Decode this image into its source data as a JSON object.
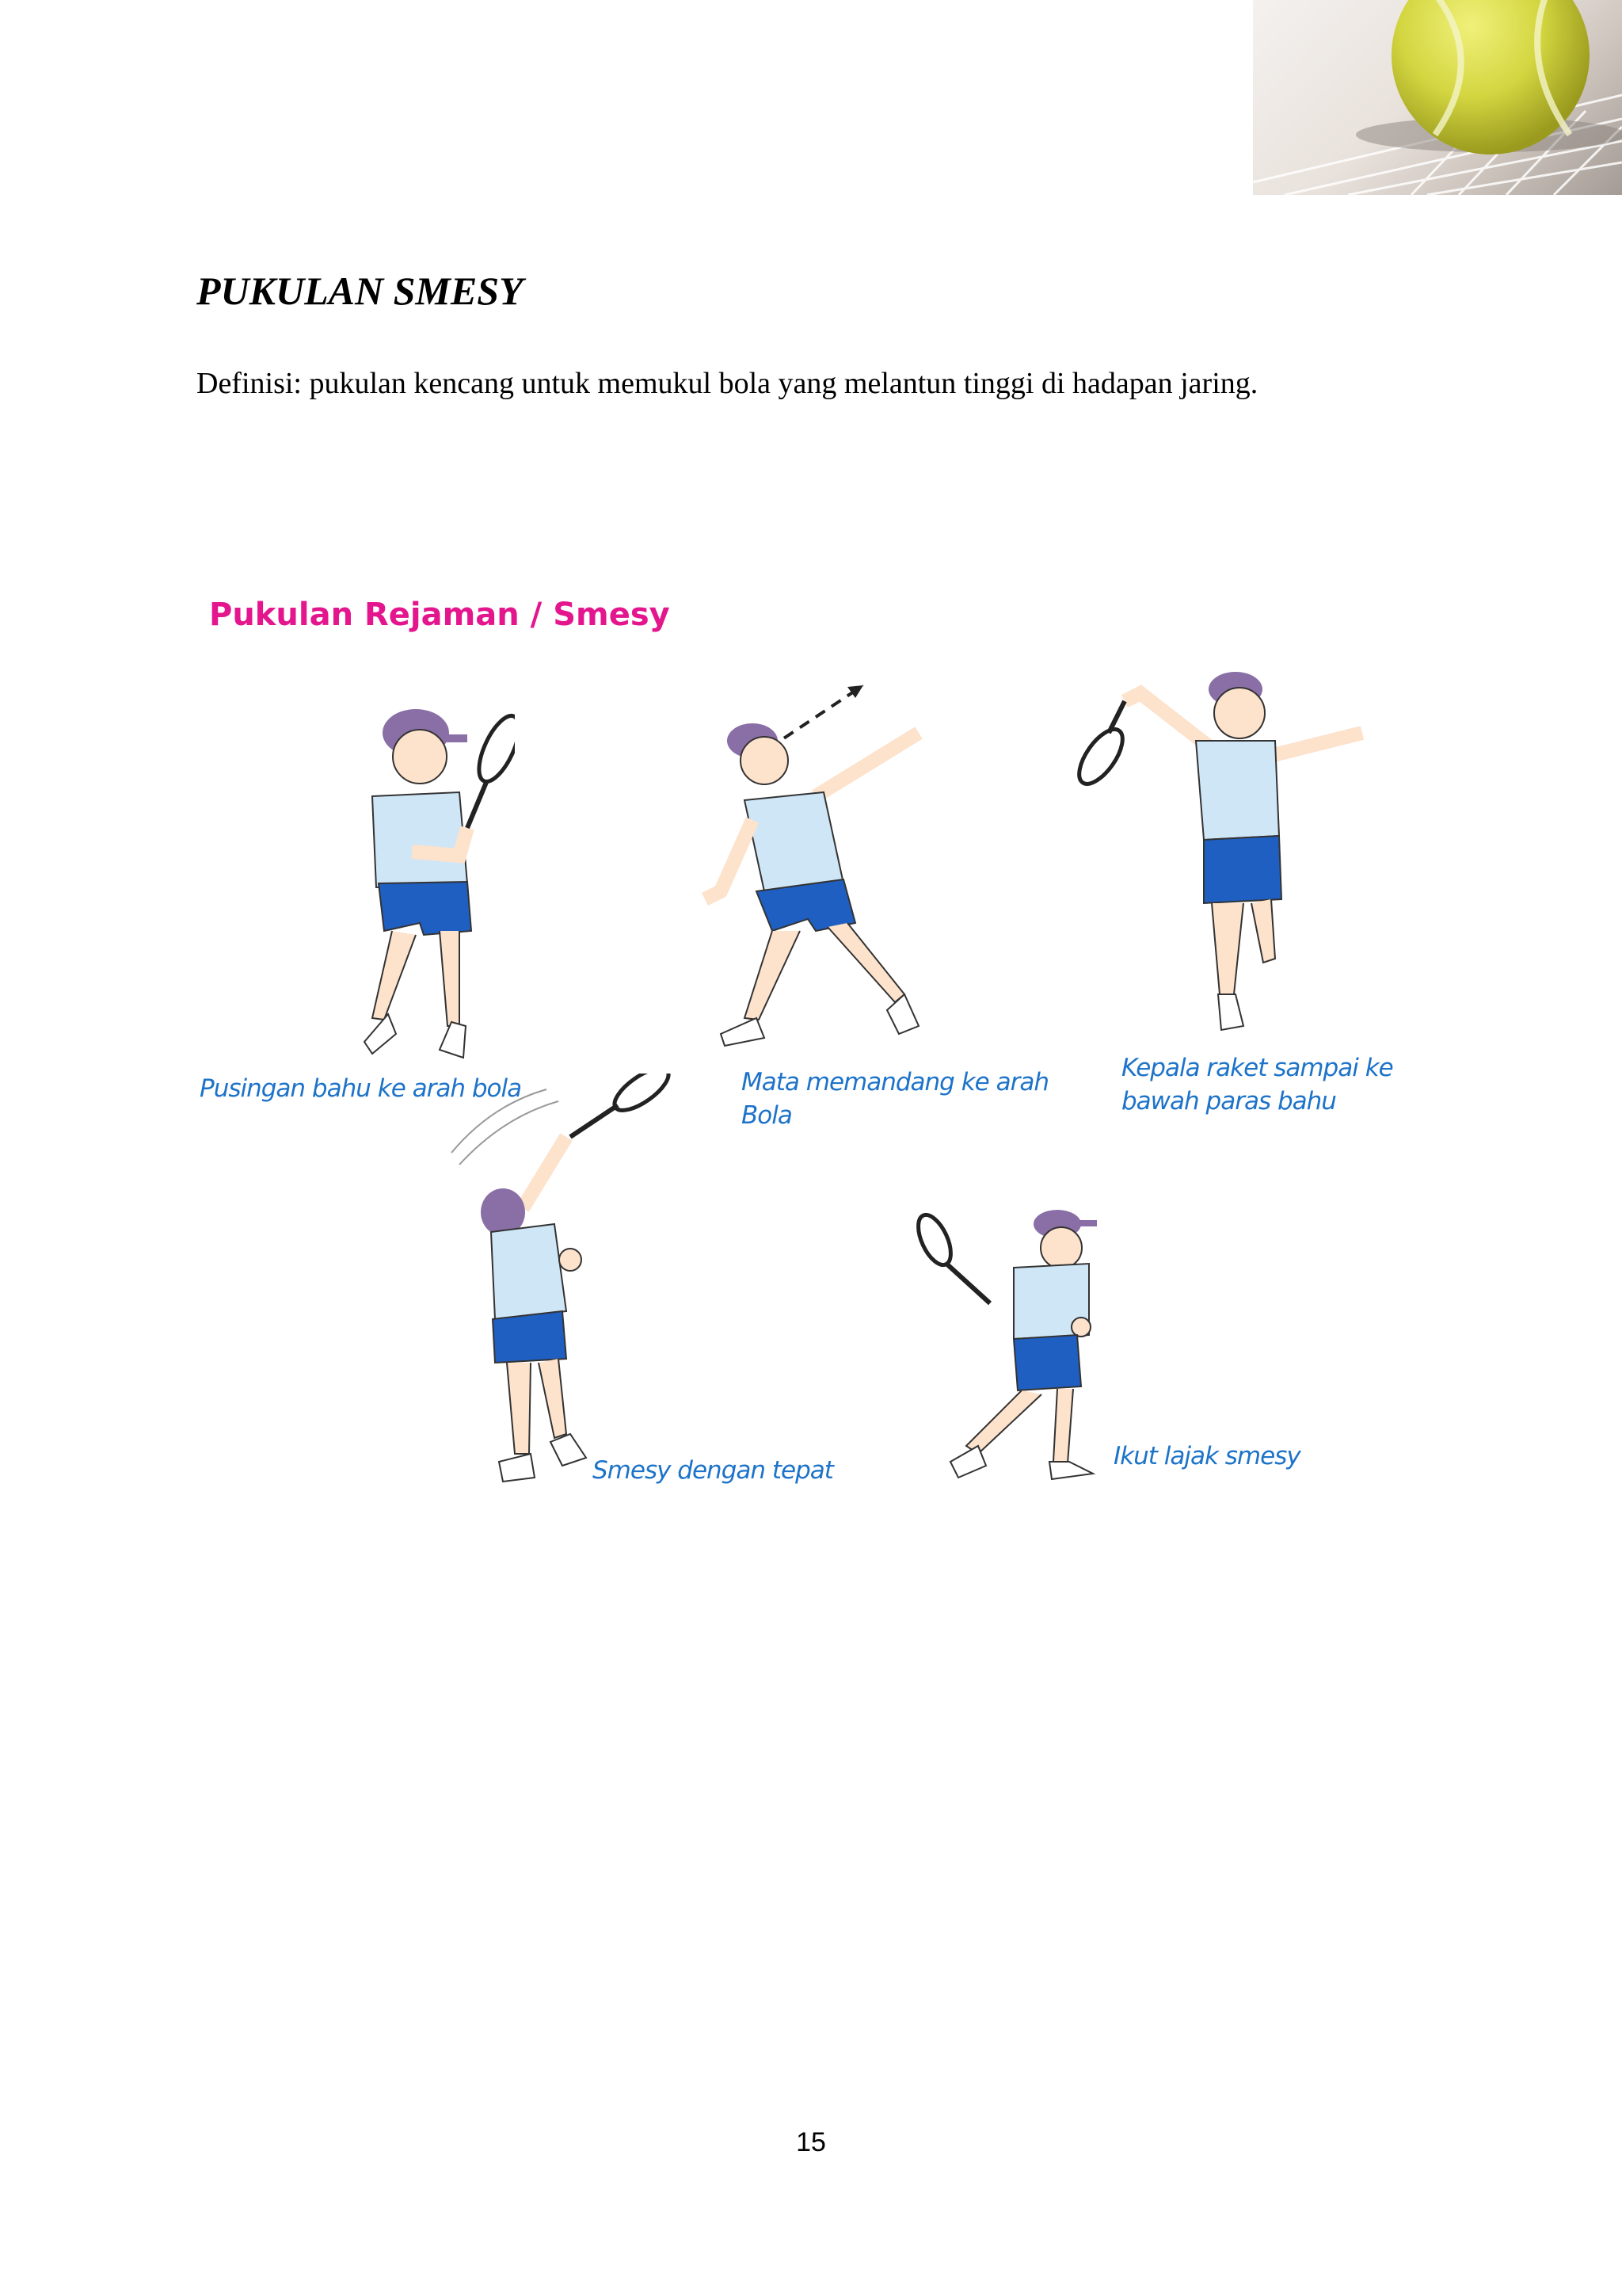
{
  "document": {
    "title": "PUKULAN SMESY",
    "definition": "Definisi: pukulan kencang untuk memukul bola yang melantun tinggi di hadapan jaring.",
    "page_number": "15"
  },
  "illustration": {
    "heading": "Pukulan Rejaman / Smesy",
    "steps": [
      {
        "caption_line1": "Pusingan bahu ke arah bola",
        "caption_line2": ""
      },
      {
        "caption_line1": "Mata memandang ke arah",
        "caption_line2": "Bola"
      },
      {
        "caption_line1": "Kepala raket sampai ke",
        "caption_line2": "bawah paras bahu"
      },
      {
        "caption_line1": "Smesy dengan tepat",
        "caption_line2": ""
      },
      {
        "caption_line1": "Ikut lajak smesy",
        "caption_line2": ""
      }
    ]
  },
  "colors": {
    "heading_pink": "#e4168e",
    "caption_blue": "#1d73c9",
    "shirt": "#cfe6f7",
    "shorts": "#1f5fc2",
    "cap": "#8a6fa6",
    "ball": "#d8d84a"
  }
}
